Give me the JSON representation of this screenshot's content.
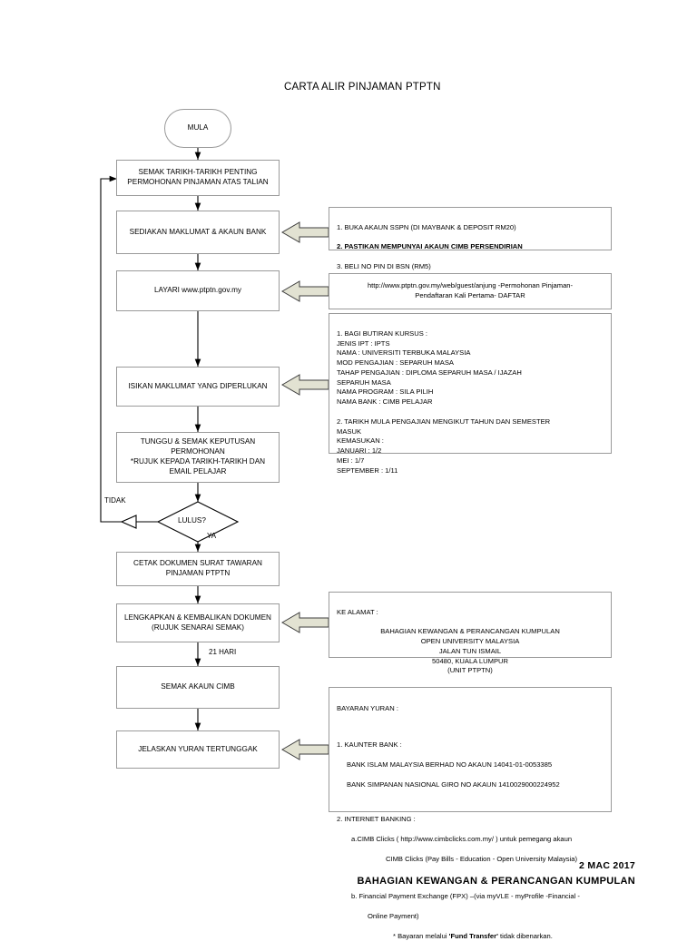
{
  "document": {
    "title": "CARTA ALIR PINJAMAN PTPTN",
    "footer_date": "2 MAC 2017",
    "footer_department": "BAHAGIAN KEWANGAN & PERANCANGAN KUMPULAN"
  },
  "colors": {
    "page_background": "#ffffff",
    "box_border": "#9a9a9a",
    "connector": "#000000",
    "callout_arrow_fill": "#e2e2d2",
    "callout_arrow_stroke": "#3d3d3d",
    "text": "#000000"
  },
  "flow": {
    "nodes": [
      {
        "id": "start",
        "shape": "terminator",
        "label": "MULA"
      },
      {
        "id": "step1",
        "shape": "process",
        "label": "SEMAK TARIKH-TARIKH PENTING\nPERMOHONAN PINJAMAN ATAS TALIAN"
      },
      {
        "id": "step2",
        "shape": "process",
        "label": "SEDIAKAN MAKLUMAT & AKAUN BANK"
      },
      {
        "id": "step3",
        "shape": "process",
        "label": "LAYARI www.ptptn.gov.my"
      },
      {
        "id": "step4",
        "shape": "process",
        "label": "ISIKAN MAKLUMAT YANG DIPERLUKAN"
      },
      {
        "id": "step5",
        "shape": "process",
        "label": "TUNGGU & SEMAK KEPUTUSAN\nPERMOHONAN\n*RUJUK KEPADA TARIKH-TARIKH DAN\nEMAIL PELAJAR"
      },
      {
        "id": "decision",
        "shape": "decision",
        "label": "LULUS?"
      },
      {
        "id": "step6",
        "shape": "process",
        "label": "CETAK DOKUMEN SURAT TAWARAN\nPINJAMAN PTPTN"
      },
      {
        "id": "step7",
        "shape": "process",
        "label": "LENGKAPKAN & KEMBALIKAN DOKUMEN\n(RUJUK SENARAI SEMAK)"
      },
      {
        "id": "step8",
        "shape": "process",
        "label": "SEMAK AKAUN CIMB"
      },
      {
        "id": "step9",
        "shape": "process",
        "label": "JELASKAN YURAN TERTUNGGAK"
      }
    ],
    "edge_labels": {
      "decision_no": "TIDAK",
      "decision_yes": "YA",
      "duration_21_days": "21 HARI"
    }
  },
  "callouts": {
    "accounts": {
      "target": "SEDIAKAN MAKLUMAT & AKAUN BANK",
      "line1": "1. BUKA AKAUN SSPN (DI MAYBANK & DEPOSIT RM20)",
      "line2_bold": "2. PASTIKAN MEMPUNYAI AKAUN CIMB PERSENDIRIAN",
      "line3": "3. BELI NO PIN DI BSN (RM5)"
    },
    "website": {
      "target": "LAYARI www.ptptn.gov.my",
      "text": "http://www.ptptn.gov.my/web/guest/anjung -Permohonan Pinjaman-\nPendaftaran Kali Pertama- DAFTAR"
    },
    "course_details": {
      "target": "ISIKAN MAKLUMAT YANG DIPERLUKAN",
      "text": "1. BAGI BUTIRAN KURSUS :\n            JENIS IPT : IPTS\n            NAMA : UNIVERSITI TERBUKA MALAYSIA\n            MOD PENGAJIAN : SEPARUH MASA\n            TAHAP PENGAJIAN : DIPLOMA SEPARUH MASA / IJAZAH\n                                    SEPARUH MASA\n            NAMA PROGRAM : SILA PILIH\n            NAMA BANK : CIMB PELAJAR\n\n2. TARIKH MULA PENGAJIAN MENGIKUT TAHUN DAN SEMESTER\nMASUK\nKEMASUKAN :\n            JANUARI : 1/2\n            MEI : 1/7\n            SEPTEMBER : 1/11"
    },
    "address": {
      "target": "LENGKAPKAN & KEMBALIKAN DOKUMEN",
      "heading": "KE ALAMAT :",
      "lines": "BAHAGIAN KEWANGAN & PERANCANGAN KUMPULAN\nOPEN UNIVERSITY MALAYSIA\nJALAN TUN ISMAIL\n50480, KUALA LUMPUR\n(UNIT PTPTN)"
    },
    "payment": {
      "target": "JELASKAN YURAN TERTUNGGAK",
      "heading": "BAYARAN YURAN :",
      "counter_heading": "1. KAUNTER BANK :",
      "counter_line1": "BANK ISLAM MALAYSIA BERHAD NO AKAUN 14041-01-0053385",
      "counter_line2": "BANK SIMPANAN NASIONAL GIRO NO AKAUN 1410029000224952",
      "internet_heading": "2. INTERNET BANKING :",
      "internet_a1": "a.CIMB Clicks ( http://www.cimbclicks.com.my/ ) untuk pemegang akaun",
      "internet_a2": "CIMB Clicks (Pay Bills - Education -  Open University Malaysia)",
      "internet_b1": "b. Financial Payment Exchange (FPX) –(via myVLE - myProfile -Financial -",
      "internet_b2": "Online Payment)",
      "note_prefix": "* Bayaran melalui ",
      "note_bold": "'Fund Transfer'",
      "note_suffix": " tidak dibenarkan."
    }
  }
}
